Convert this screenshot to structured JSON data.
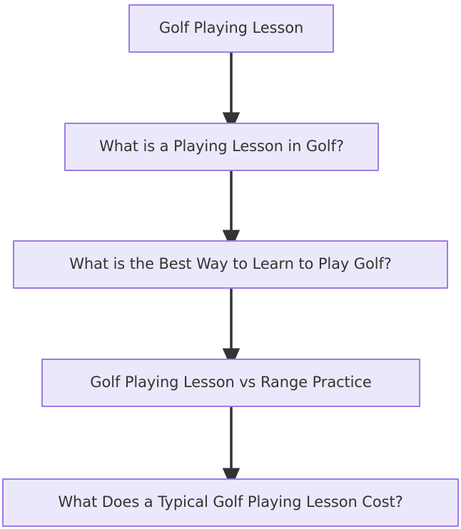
{
  "diagram": {
    "type": "flowchart",
    "direction": "top-down",
    "title": "Golf Playing Lesson",
    "background_color": "#ffffff",
    "node_fill_color": "#ece8fb",
    "node_border_color": "#9f7ae8",
    "node_text_color": "#333333",
    "edge_color": "#333333",
    "nodes": [
      {
        "id": "n0",
        "label": "Golf Playing Lesson"
      },
      {
        "id": "n1",
        "label": "What is a Playing Lesson in Golf?"
      },
      {
        "id": "n2",
        "label": "What is the Best Way to Learn to Play Golf?"
      },
      {
        "id": "n3",
        "label": "Golf Playing Lesson vs Range Practice"
      },
      {
        "id": "n4",
        "label": "What Does a Typical Golf Playing Lesson Cost?"
      }
    ],
    "edges": [
      {
        "from": "n0",
        "to": "n1",
        "label": "",
        "arrow": "arrow-down-icon"
      },
      {
        "from": "n1",
        "to": "n2",
        "label": "",
        "arrow": "arrow-down-icon"
      },
      {
        "from": "n2",
        "to": "n3",
        "label": "",
        "arrow": "arrow-down-icon"
      },
      {
        "from": "n3",
        "to": "n4",
        "label": "",
        "arrow": "arrow-down-icon"
      }
    ]
  }
}
